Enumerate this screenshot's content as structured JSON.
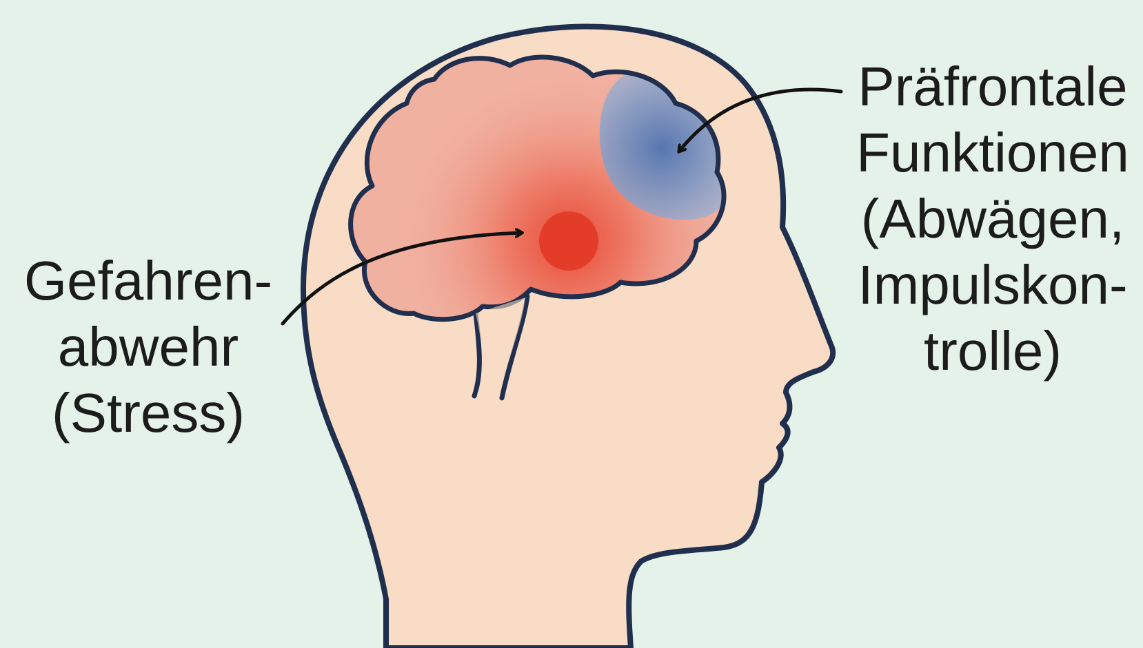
{
  "colors": {
    "background": "#e4f2ea",
    "skin": "#f8dcc5",
    "outline": "#1f2f4d",
    "brain": "#f1b1a1",
    "stress_core": "#e23a26",
    "prefrontal": "#7e9cc9",
    "arrow": "#111111"
  },
  "labels": {
    "left": {
      "lines": [
        "Gefahren-",
        "abwehr",
        "(Stress)"
      ]
    },
    "right": {
      "lines": [
        "Präfrontale",
        "Funktionen",
        "(Abwägen,",
        "Impulskon-",
        "trolle)"
      ]
    }
  }
}
